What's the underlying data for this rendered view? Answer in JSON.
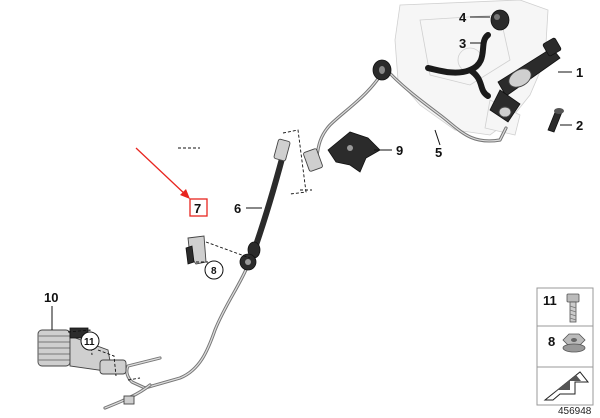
{
  "callouts": {
    "c1": "1",
    "c2": "2",
    "c3": "3",
    "c4": "4",
    "c5": "5",
    "c6": "6",
    "c7": "7",
    "c8": "8",
    "c9": "9",
    "c10": "10",
    "c11": "11"
  },
  "legend": {
    "item_top_label": "11",
    "item_bottom_label": "8"
  },
  "diagram_id": "456948",
  "colors": {
    "highlight_arrow": "#e8251f",
    "highlight_box": "#e8251f",
    "part_gray": "#cfcfcf"
  }
}
